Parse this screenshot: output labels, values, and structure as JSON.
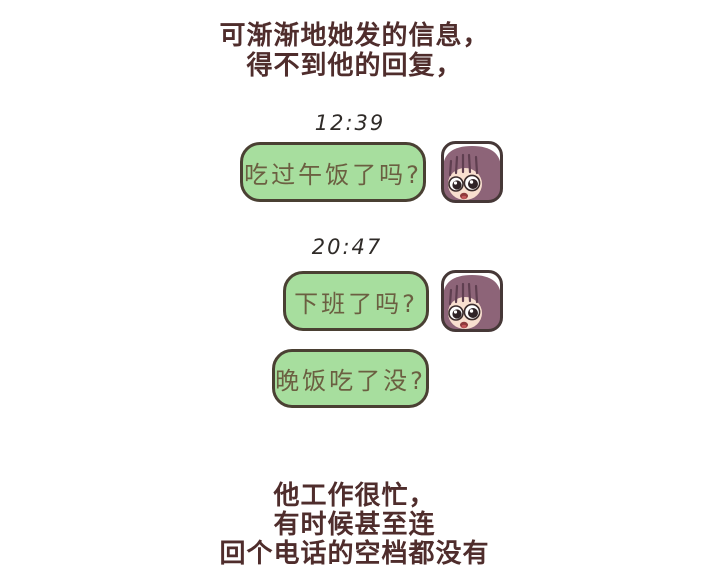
{
  "narration_top": {
    "lines": [
      "可渐渐地她发的信息，",
      "得不到他的回复，"
    ]
  },
  "chat": {
    "messages": [
      {
        "time": "12:39",
        "text": "吃过午饭了吗?",
        "has_avatar": true
      },
      {
        "time": "20:47",
        "text": "下班了吗?",
        "has_avatar": true
      },
      {
        "time": "",
        "text": "晚饭吃了没?",
        "has_avatar": false
      }
    ],
    "avatar_icon": "girl-avatar"
  },
  "narration_bottom": {
    "lines": [
      "他工作很忙，",
      "有时候甚至连",
      "回个电话的空档都没有"
    ]
  },
  "colors": {
    "background": "#ffffff",
    "narration_text": "#4f2d2c",
    "timestamp_text": "#2f2b28",
    "bubble_fill": "#a7de9e",
    "bubble_border": "#4a4033",
    "bubble_text": "#6b5f41",
    "avatar_frame": "#463837",
    "avatar_hair": "#8d6478",
    "avatar_hair_dark": "#5f3f50",
    "avatar_skin": "#f8dfcf"
  }
}
